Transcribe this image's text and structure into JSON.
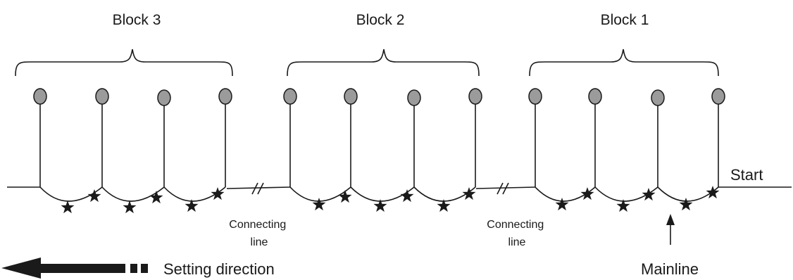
{
  "labels": {
    "block3": "Block 3",
    "block2": "Block 2",
    "block1": "Block 1",
    "start": "Start",
    "connecting_line_left": [
      "Connecting",
      "line"
    ],
    "connecting_line_right": [
      "Connecting",
      "line"
    ],
    "setting_direction": "Setting direction",
    "mainline": "Mainline"
  },
  "colors": {
    "ink": "#1a1a1a",
    "float_fill": "#9b9b9b",
    "background": "#ffffff"
  },
  "elements": {
    "float_marker": "gray-ellipse",
    "hook_marker": "black-star",
    "direction_arrow": "left-arrow"
  }
}
